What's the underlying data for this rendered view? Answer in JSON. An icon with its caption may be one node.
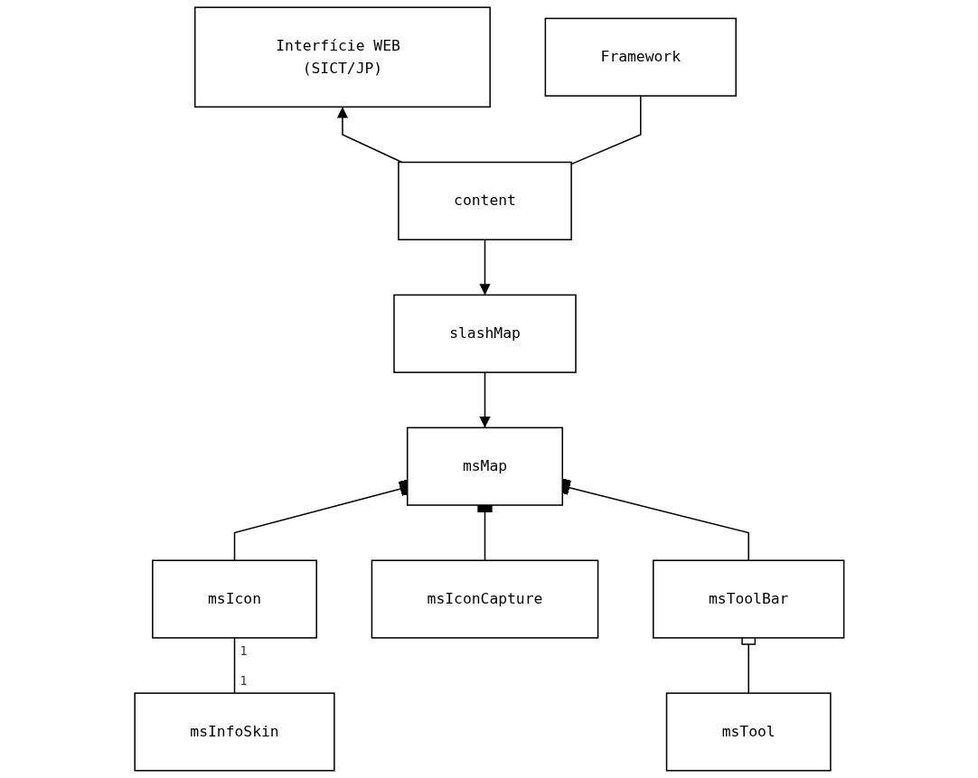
{
  "diagram": {
    "nodes": [
      {
        "text": [
          "Interfície WEB (SICT/JP)"
        ]
      },
      {
        "text": [
          "Framework"
        ]
      },
      {
        "text": [
          "content"
        ]
      },
      {
        "text": [
          "slashMap"
        ]
      },
      {
        "text": [
          "msMap"
        ]
      },
      {
        "text": [
          "msIcon"
        ]
      },
      {
        "text": [
          "msIconCapture"
        ]
      },
      {
        "text": [
          "msToolBar"
        ]
      },
      {
        "text": [
          "msInfoSkin"
        ]
      },
      {
        "text": [
          "msTool"
        ]
      }
    ],
    "edges": [
      {
        "from": 2,
        "to": 0,
        "arrow": "to"
      },
      {
        "from": 1,
        "to": 2,
        "arrow": "none"
      },
      {
        "from": 2,
        "to": 3,
        "arrow": "to"
      },
      {
        "from": 3,
        "to": 4,
        "arrow": "to"
      },
      {
        "from": 4,
        "to": 5,
        "arrow": "other"
      },
      {
        "from": 4,
        "to": 6,
        "arrow": "other"
      },
      {
        "from": 4,
        "to": 7,
        "arrow": "other"
      },
      {
        "from": 5,
        "to": 8,
        "arrow": "none"
      },
      {
        "from": 7,
        "to": 9,
        "arrow": "other"
      }
    ],
    "labels": [
      "1",
      "1"
    ]
  }
}
